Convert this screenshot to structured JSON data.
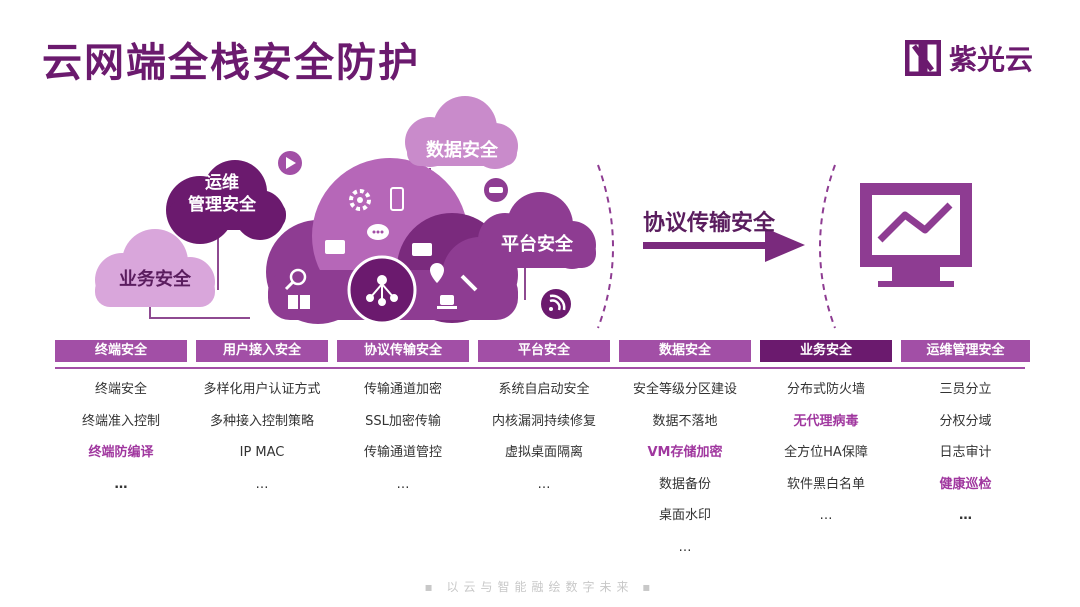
{
  "page": {
    "title": "云网端全栈安全防护",
    "logo_text": "紫光云",
    "footer": "▪ 以云与智能融绘数字未来 ▪"
  },
  "clouds": {
    "business": "业务安全",
    "ops_line1": "运维",
    "ops_line2": "管理安全",
    "data": "数据安全",
    "platform": "平台安全"
  },
  "arrow": {
    "label": "协议传输安全"
  },
  "colors": {
    "dark": "#6b1a6e",
    "medium": "#a24fa6",
    "light": "#d9a6db",
    "highlight": "#a0379f"
  },
  "icons": [
    "play-icon",
    "gear-icon",
    "phone-icon",
    "chat-icon",
    "briefcase-icon",
    "card-icon",
    "search-icon",
    "book-icon",
    "network-icon",
    "location-icon",
    "coffee-icon",
    "wrench-icon",
    "car-icon",
    "rss-icon",
    "monitor-icon"
  ],
  "columns": [
    {
      "header": "终端安全",
      "items": [
        "终端安全",
        "终端准入控制",
        "终端防编译",
        "…"
      ]
    },
    {
      "header": "用户接入安全",
      "items": [
        "多样化用户认证方式",
        "多种接入控制策略",
        "IP MAC",
        "…"
      ]
    },
    {
      "header": "协议传输安全",
      "items": [
        "传输通道加密",
        "SSL加密传输",
        "传输通道管控",
        "…"
      ]
    },
    {
      "header": "平台安全",
      "items": [
        "系统自启动安全",
        "内核漏洞持续修复",
        "虚拟桌面隔离",
        "…"
      ]
    },
    {
      "header": "数据安全",
      "items": [
        "安全等级分区建设",
        "数据不落地",
        "VM存储加密",
        "数据备份",
        "桌面水印",
        "…"
      ]
    },
    {
      "header": "业务安全",
      "items": [
        "分布式防火墙",
        "无代理病毒",
        "全方位HA保障",
        "软件黑白名单",
        "…"
      ]
    },
    {
      "header": "运维管理安全",
      "items": [
        "三员分立",
        "分权分域",
        "日志审计",
        "健康巡检",
        "…"
      ]
    }
  ]
}
